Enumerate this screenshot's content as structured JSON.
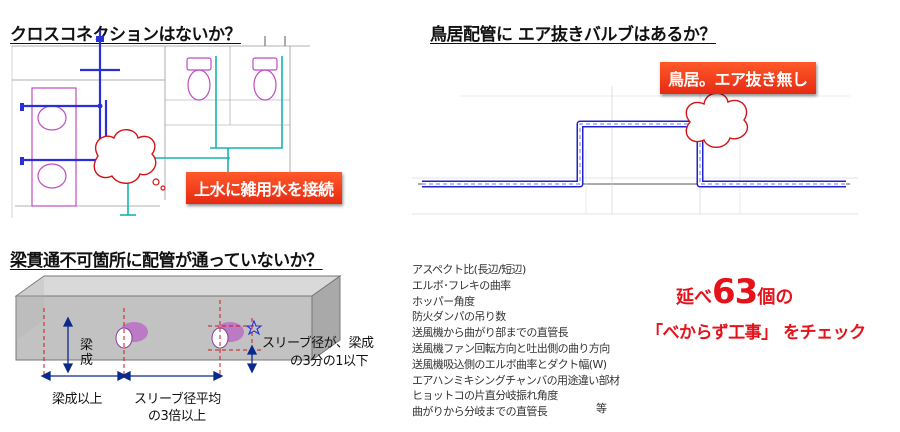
{
  "panels": {
    "cross_connection": {
      "title": "クロスコネクションはないか？",
      "callout": "上水に雑用水を接続"
    },
    "torii_piping": {
      "title": "鳥居配管に エア抜きバルブはあるか？",
      "callout": "鳥居。エア抜き無し"
    },
    "beam_penetration": {
      "title": "梁貫通不可箇所に配管が通っていないか？",
      "beam_depth_label": "梁成",
      "beam_depth_below_label": "梁成以上",
      "sleeve_spacing_label_line1": "スリーブ径平均",
      "sleeve_spacing_label_line2": "の3倍以上",
      "sleeve_note_line1": "スリーブ径が、梁成",
      "sleeve_note_line2": "の3分の1以下"
    }
  },
  "checklist": {
    "items": [
      "アスペクト比(長辺/短辺)",
      "エルボ･フレキの曲率",
      "ホッパー角度",
      "防火ダンパの吊り数",
      "送風機から曲がり部までの直管長",
      "送風機ファン回転方向と吐出側の曲り方向",
      "送風機吸込側のエルボ曲率とダクト幅(W)",
      "エアハンミキシングチャンバの用途違い部材",
      "ヒョットコの片直分岐振れ角度",
      "曲がりから分岐までの直管長"
    ],
    "suffix": "等"
  },
  "summary": {
    "line1_prefix": "延べ",
    "count": "63",
    "line1_suffix": "個の",
    "line2": "「べからず工事」 をチェック"
  },
  "colors": {
    "accent_red": "#e5121a",
    "pipe_blue": "#2b2fd6",
    "pipe_cyan": "#14b3b3",
    "fixture_magenta": "#c04cc4"
  }
}
